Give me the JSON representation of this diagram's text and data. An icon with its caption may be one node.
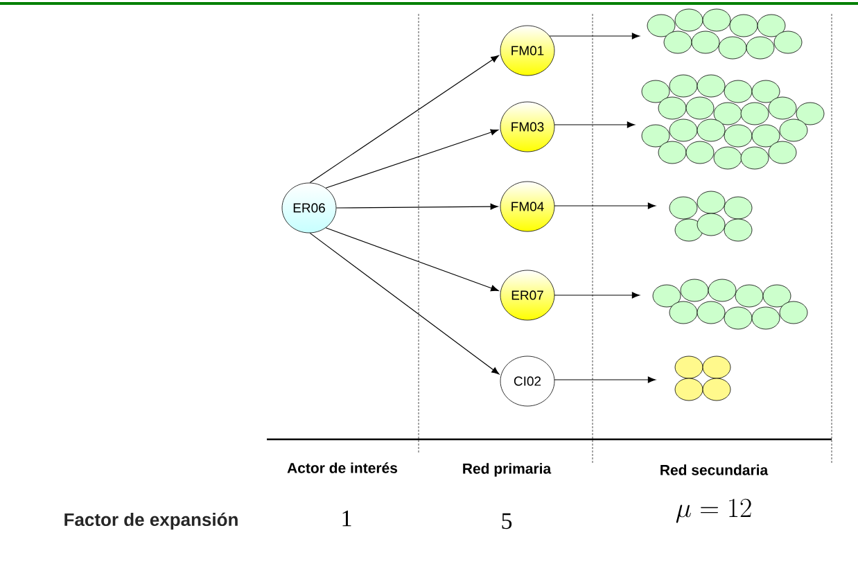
{
  "diagram": {
    "nodes": [
      {
        "text": [
          "ER06"
        ]
      },
      {
        "text": [
          "FM01"
        ]
      },
      {
        "text": [
          "FM03"
        ]
      },
      {
        "text": [
          "FM04"
        ]
      },
      {
        "text": [
          "ER07"
        ]
      },
      {
        "text": [
          "CI02"
        ]
      },
      {
        "text": [],
        "shape": "picture"
      },
      {
        "text": [],
        "shape": "picture"
      },
      {
        "text": [],
        "shape": "picture"
      },
      {
        "text": [],
        "shape": "picture"
      },
      {
        "text": [],
        "shape": "picture"
      }
    ],
    "edges": [
      {
        "from": 0,
        "to": 1,
        "arrow": "to"
      },
      {
        "from": 0,
        "to": 2,
        "arrow": "to"
      },
      {
        "from": 0,
        "to": 3,
        "arrow": "to"
      },
      {
        "from": 0,
        "to": 4,
        "arrow": "to"
      },
      {
        "from": 0,
        "to": 5,
        "arrow": "to"
      },
      {
        "from": 1,
        "to": 6,
        "arrow": "to"
      },
      {
        "from": 2,
        "to": 7,
        "arrow": "to"
      },
      {
        "from": 3,
        "to": 8,
        "arrow": "to"
      },
      {
        "from": 4,
        "to": 9,
        "arrow": "to"
      },
      {
        "from": 5,
        "to": 10,
        "arrow": "to"
      }
    ],
    "labels": [
      "Actor de interés",
      "Red primaria",
      "Red secundaria",
      "Factor de expansión",
      "1",
      "5",
      "\\mu = 12"
    ]
  }
}
